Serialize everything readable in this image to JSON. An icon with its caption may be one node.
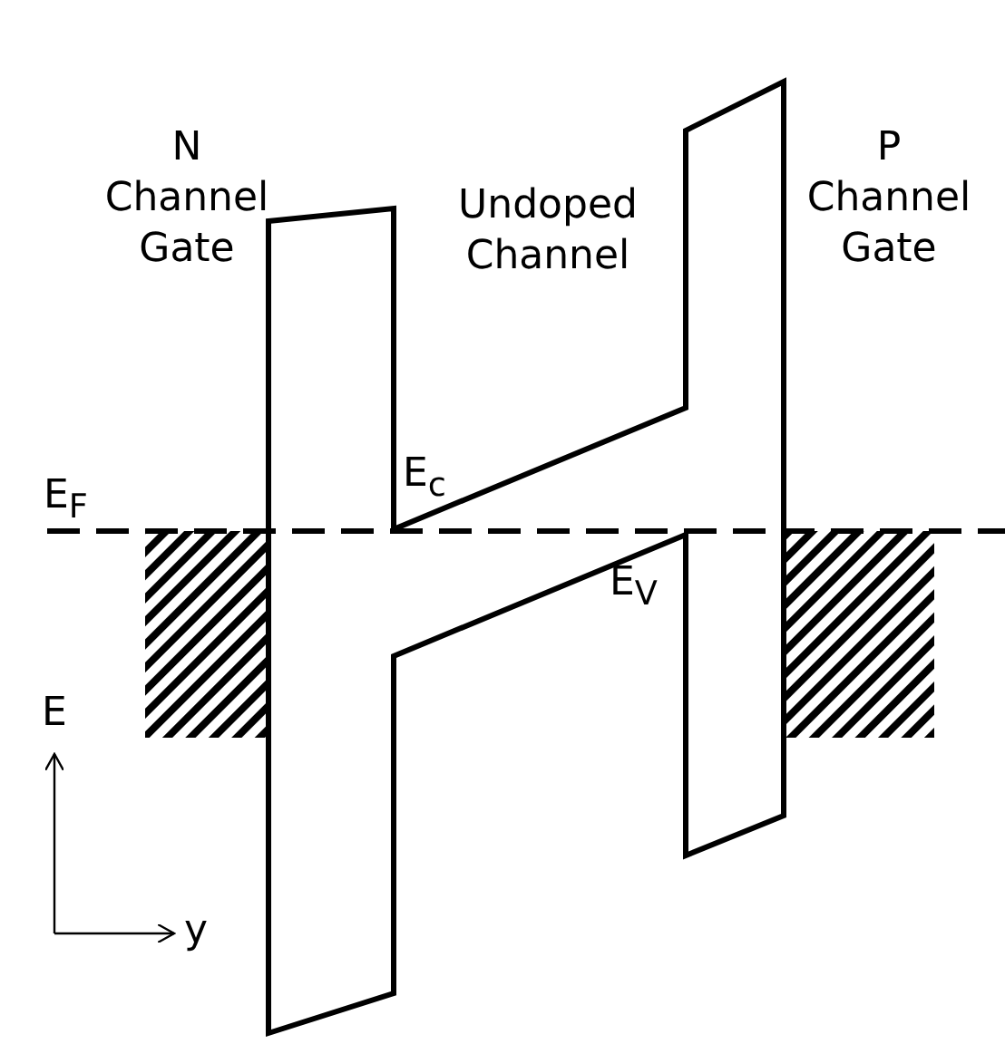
{
  "diagram": {
    "labels": [
      "N Channel Gate",
      "Undoped Channel",
      "P Channel Gate",
      "E$_{c}$",
      "E$_{F}$",
      "E$_{V}$",
      "E",
      "y"
    ]
  }
}
